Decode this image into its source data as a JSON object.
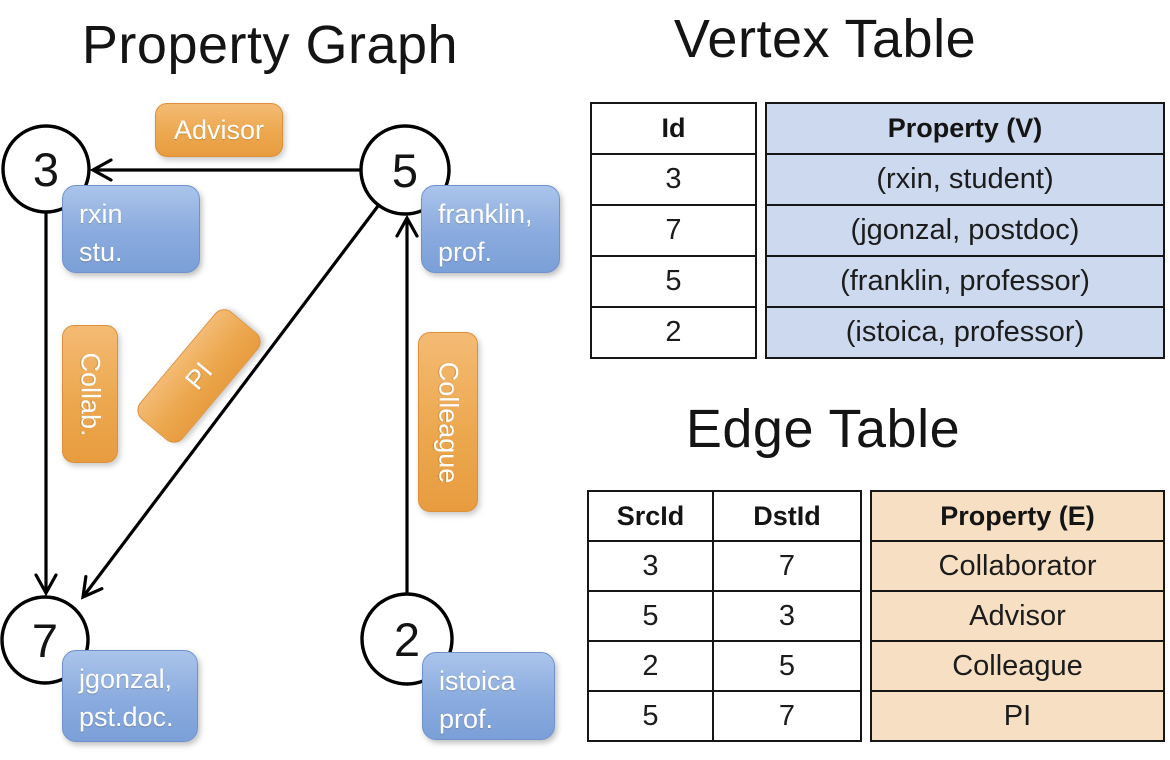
{
  "graph": {
    "title": "Property Graph",
    "nodes": [
      {
        "id": "3",
        "label_lines": [
          "rxin",
          "stu."
        ]
      },
      {
        "id": "5",
        "label_lines": [
          "franklin,",
          "prof."
        ]
      },
      {
        "id": "7",
        "label_lines": [
          "jgonzal,",
          "pst.doc."
        ]
      },
      {
        "id": "2",
        "label_lines": [
          "istoica",
          "prof."
        ]
      }
    ],
    "edge_labels": {
      "advisor": "Advisor",
      "collab": "Collab.",
      "pi": "PI",
      "colleague": "Colleague"
    }
  },
  "vertex_table": {
    "title": "Vertex Table",
    "columns": {
      "id": "Id",
      "property": "Property (V)"
    },
    "rows": [
      {
        "id": "3",
        "property": "(rxin, student)"
      },
      {
        "id": "7",
        "property": "(jgonzal, postdoc)"
      },
      {
        "id": "5",
        "property": "(franklin, professor)"
      },
      {
        "id": "2",
        "property": "(istoica, professor)"
      }
    ]
  },
  "edge_table": {
    "title": "Edge Table",
    "columns": {
      "src": "SrcId",
      "dst": "DstId",
      "property": "Property (E)"
    },
    "rows": [
      {
        "src": "3",
        "dst": "7",
        "property": "Collaborator"
      },
      {
        "src": "5",
        "dst": "3",
        "property": "Advisor"
      },
      {
        "src": "2",
        "dst": "5",
        "property": "Colleague"
      },
      {
        "src": "5",
        "dst": "7",
        "property": "PI"
      }
    ]
  },
  "colors": {
    "vertex_box": "#7fa2d9",
    "edge_box": "#eca44c",
    "vertex_table_fill": "#cdd9ee",
    "edge_table_fill": "#f6dfc3",
    "line": "#000000"
  }
}
